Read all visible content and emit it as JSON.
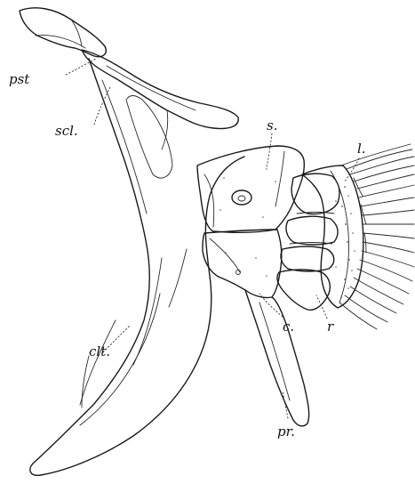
{
  "figure": {
    "labels": {
      "pst": "pst",
      "scl": "scl.",
      "s": "s.",
      "l": "l.",
      "clt": "clt.",
      "c": "c.",
      "r": "r",
      "pr": "pr."
    }
  },
  "colors": {
    "ink": "#1a1a1a",
    "paper": "#ffffff"
  }
}
